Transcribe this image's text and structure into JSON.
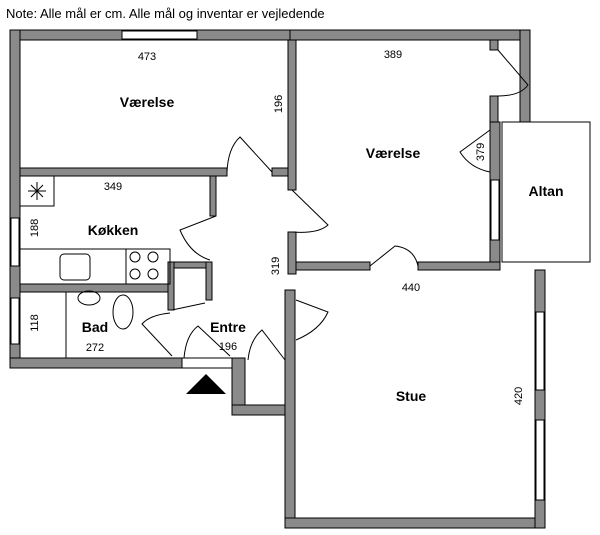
{
  "note": "Note: Alle mål er cm. Alle mål og inventar er vejledende",
  "rooms": [
    {
      "name": "Værelse",
      "dimension_a": "473",
      "dimension_b": "196"
    },
    {
      "name": "Værelse",
      "dimension_a": "389",
      "dimension_b": "379"
    },
    {
      "name": "Altan"
    },
    {
      "name": "Køkken",
      "dimension_a": "349",
      "dimension_b": "188"
    },
    {
      "name": "Bad",
      "dimension_a": "272",
      "dimension_b": "118"
    },
    {
      "name": "Entre",
      "dimension_a": "196",
      "dimension_b": "319"
    },
    {
      "name": "Stue",
      "dimension_a": "440",
      "dimension_b": "420"
    }
  ],
  "colors": {
    "wall": "#8a8a8a",
    "outline": "#000000"
  }
}
